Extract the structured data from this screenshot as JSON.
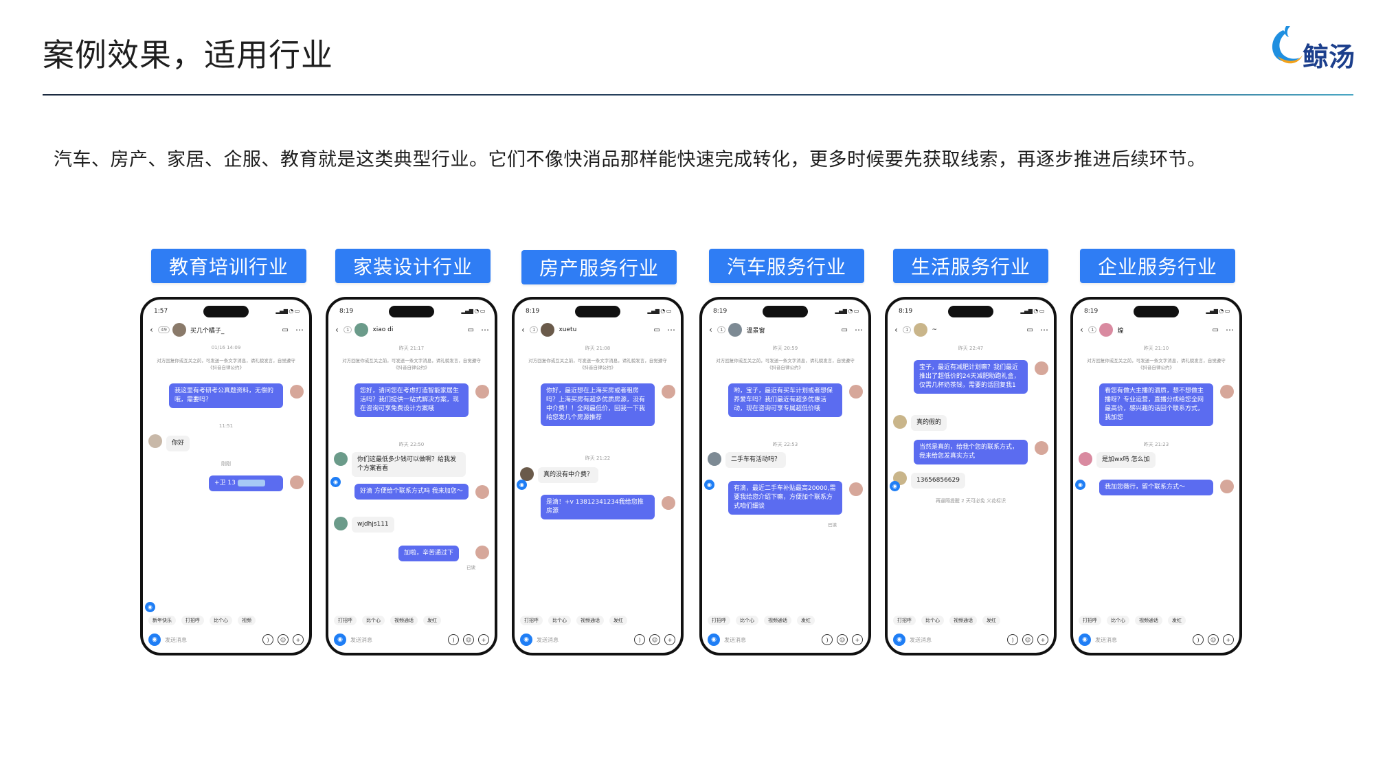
{
  "page": {
    "title": "案例效果，适用行业",
    "logo_text": "鲸汤",
    "intro": "汽车、房产、家居、企服、教育就是这类典型行业。它们不像快消品那样能快速完成转化，更多时候要先获取线索，再逐步推进后续环节。"
  },
  "colors": {
    "accent": "#2f7df4",
    "bubble_out": "#5b6cf0"
  },
  "common": {
    "input_placeholder": "发送消息",
    "read_label": "已读"
  },
  "phones": [
    {
      "tag": "教育培训行业",
      "time": "1:57",
      "badge": "49",
      "name": "买几个橘子_",
      "ts1": "01/16 14:09",
      "notice": "对方回复你或互关之前，可发送一条文字消息，请礼貌发言，自觉遵守《抖音自律公约》",
      "m1": "我这里有考研考公真题资料，无偿的哦，需要吗？",
      "ts2": "11:51",
      "m2": "你好",
      "ts3": "刚刚",
      "m3": "+卫 13",
      "quick": [
        "新年快乐",
        "打招呼",
        "比个心",
        "视频"
      ]
    },
    {
      "tag": "家装设计行业",
      "time": "8:19",
      "badge": "1",
      "name": "xiao di",
      "ts1": "昨天 21:17",
      "notice": "对方回复你或互关之前，可发送一条文字消息，请礼貌发言，自觉遵守《抖音自律公约》",
      "m1": "您好，请问您在考虑打造智能家居生活吗？我们提供一站式解决方案，现在咨询可享免费设计方案哦",
      "ts2": "昨天 22:50",
      "m2": "你们这最低多少钱可以做啊？给我发个方案看看",
      "m3": "好滴 方便给个联系方式吗 我来加您～",
      "m4": "wjdhjs111",
      "m5": "加啦，辛苦通过下",
      "quick": [
        "打招呼",
        "比个心",
        "视频通话",
        "发红"
      ]
    },
    {
      "tag": "房产服务行业",
      "time": "8:19",
      "badge": "1",
      "name": "xuetu",
      "ts1": "昨天 21:08",
      "notice": "对方回复你或互关之前，可发送一条文字消息，请礼貌发言，自觉遵守《抖音自律公约》",
      "m1": "你好，最近想在上海买房或者租房吗？上海买房有超多优质房源，没有中介费！！全网最低价，回我一下我给您发几个房源推荐",
      "ts2": "昨天 21:22",
      "m2": "真的没有中介费？",
      "m3": "是滴！+v 13812341234我给您推房源",
      "quick": [
        "打招呼",
        "比个心",
        "视频通话",
        "发红"
      ]
    },
    {
      "tag": "汽车服务行业",
      "time": "8:19",
      "badge": "1",
      "name": "温景窗",
      "ts1": "昨天 20:59",
      "notice": "对方回复你或互关之前，可发送一条文字消息，请礼貌发言，自觉遵守《抖音自律公约》",
      "m1": "哟，宝子，最近有买车计划或者想保养爱车吗？我们最近有超多优惠活动，现在咨询可享专属超低价哦",
      "ts2": "昨天 22:53",
      "m2": "二手车有活动吗？",
      "m3": "有滴，最近二手车补贴最高20000,需要我给您介绍下嘛，方便加个联系方式咱们细谈",
      "quick": [
        "打招呼",
        "比个心",
        "视频通话",
        "发红"
      ]
    },
    {
      "tag": "生活服务行业",
      "time": "8:19",
      "badge": "1",
      "name": "~",
      "ts1": "昨天 22:47",
      "m1": "宝子，最近有减肥计划嘛？我们最近推出了超低价的24天减肥助跑礼盒，仅需几杯奶茶钱，需要的话回复我1",
      "m2": "真的假的",
      "m3": "当然是真的，给我个您的联系方式，我来给您发真实方式",
      "m4": "13656856629",
      "ts2": "再逼隔提醒 2 天可必免 义花标识",
      "quick": [
        "打招呼",
        "比个心",
        "视频通话",
        "发红"
      ]
    },
    {
      "tag": "企业服务行业",
      "time": "8:19",
      "badge": "1",
      "name": "煌",
      "ts1": "昨天 21:10",
      "notice": "对方回复你或互关之前，可发送一条文字消息，请礼貌发言，自觉遵守《抖音自律公约》",
      "m1": "看您有做大主播的潜质，想不想做主播呀？专业运营，直播分成给您全网最高价，感兴趣的话回个联系方式，我加您",
      "ts2": "昨天 21:23",
      "m2": "是加wx吗 怎么加",
      "m3": "我加您薇行，留个联系方式～",
      "quick": [
        "打招呼",
        "比个心",
        "视频通话",
        "发红"
      ]
    }
  ]
}
